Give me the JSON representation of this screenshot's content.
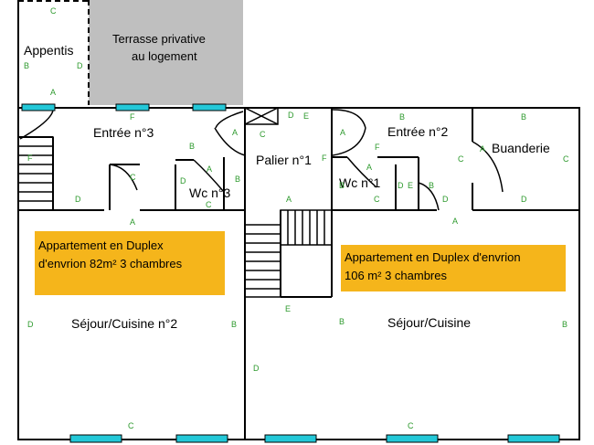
{
  "rooms": {
    "appentis": "Appentis",
    "terrasse_line1": "Terrasse privative",
    "terrasse_line2": "au logement",
    "entree3": "Entrée n°3",
    "entree2": "Entrée n°2",
    "palier": "Palier n°1",
    "buanderie": "Buanderie",
    "wc3": "Wc n°3",
    "wc1": "Wc n°1",
    "sejour2": "Séjour/Cuisine n°2",
    "sejour": "Séjour/Cuisine"
  },
  "notes": {
    "left_line1": "Appartement en Duplex",
    "left_line2": "d'envrion 82m² 3 chambres",
    "right_line1": "Appartement en Duplex d'envrion",
    "right_line2": "106 m² 3 chambres"
  },
  "wall_labels": {
    "a": "A",
    "b": "B",
    "c": "C",
    "d": "D",
    "e": "E",
    "f": "F"
  },
  "colors": {
    "terrace": "#bfbfbf",
    "window": "#23c8d8",
    "note": "#f5b51b",
    "label": "#2e9a2e"
  }
}
